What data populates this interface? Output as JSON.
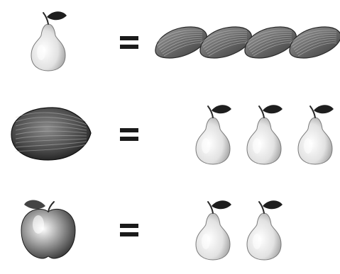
{
  "equations": [
    {
      "left": {
        "item": "pear",
        "count": 1
      },
      "operator": "=",
      "right": {
        "item": "almond",
        "count": 4
      }
    },
    {
      "left": {
        "item": "melon",
        "count": 1
      },
      "operator": "=",
      "right": {
        "item": "pear",
        "count": 3
      }
    },
    {
      "left": {
        "item": "apple",
        "count": 1
      },
      "operator": "=",
      "right": {
        "item": "pear",
        "count": 2
      }
    }
  ],
  "icons": [
    "pear-icon",
    "almond-icon",
    "melon-icon",
    "apple-icon",
    "equals-sign-icon"
  ],
  "colors": {
    "background": "#ffffff",
    "ink": "#1a1a1a"
  }
}
